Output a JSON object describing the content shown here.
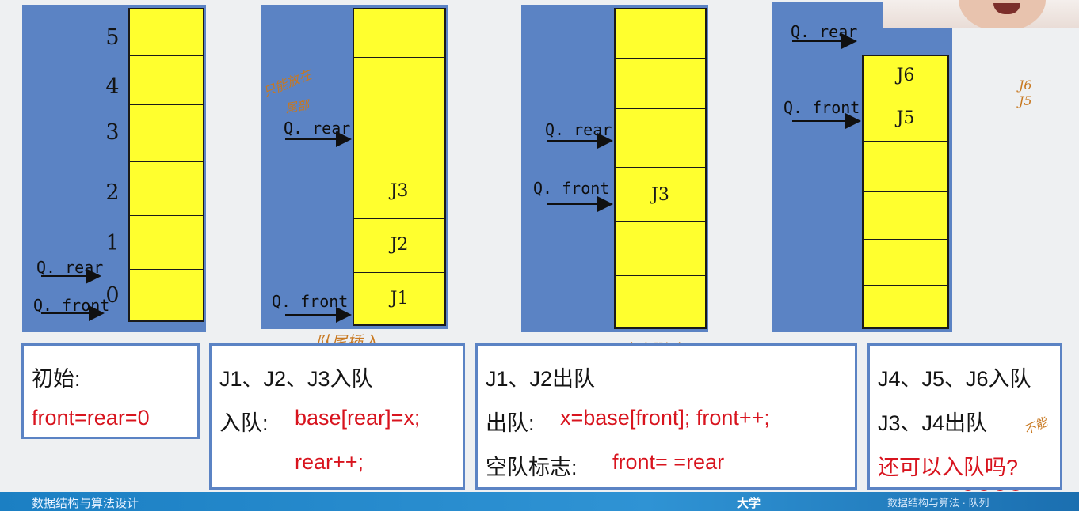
{
  "diagrams": {
    "d1": {
      "indices": [
        "5",
        "4",
        "3",
        "2",
        "1",
        "0"
      ],
      "pointers": {
        "rear": "Q. rear",
        "front": "Q. front"
      }
    },
    "d2": {
      "cells": [
        "",
        "",
        "",
        "J3",
        "J2",
        "J1"
      ],
      "pointers": {
        "rear": "Q. rear",
        "front": "Q. front"
      }
    },
    "d3": {
      "cells": [
        "",
        "",
        "",
        "J3",
        "",
        ""
      ],
      "pointers": {
        "rear": "Q. rear",
        "front": "Q. front"
      }
    },
    "d4": {
      "cells": [
        "J6",
        "J5",
        "",
        "",
        "",
        ""
      ],
      "pointers": {
        "rear": "Q. rear",
        "front": "Q. front"
      }
    }
  },
  "boxes": {
    "b1": {
      "line1": "初始:",
      "line2": "front=rear=0"
    },
    "b2": {
      "line1": "J1、J2、J3入队",
      "line2_prefix": "入队:",
      "line2_code": "base[rear]=x;",
      "line3_code": "rear++;"
    },
    "b3": {
      "line1": "J1、J2出队",
      "line2_prefix": "出队:",
      "line2_code": "x=base[front]; front++;",
      "line3_prefix": "空队标志:",
      "line3_code": "front= =rear"
    },
    "b4": {
      "line1": "J4、J5、J6入队",
      "line2": "J3、J4出队",
      "line3": "还可以入队吗?"
    }
  },
  "annotations": {
    "d2_top": "只能放在",
    "d2_top2": "尾部",
    "d2_bottom": "队尾插入",
    "d3_bottom": "队头删除",
    "side_j6": "J6",
    "side_j5": "J5",
    "b4_note": "不能"
  },
  "footer": {
    "left_text": "数据结构与算法设计",
    "logo_text": "大学",
    "right_text": "数据结构与算法 · 队列"
  },
  "colors": {
    "panel": "#5b83c4",
    "queue_fill": "#ffff2e",
    "emphasis": "#d8141e",
    "handwriting": "#c87820"
  }
}
